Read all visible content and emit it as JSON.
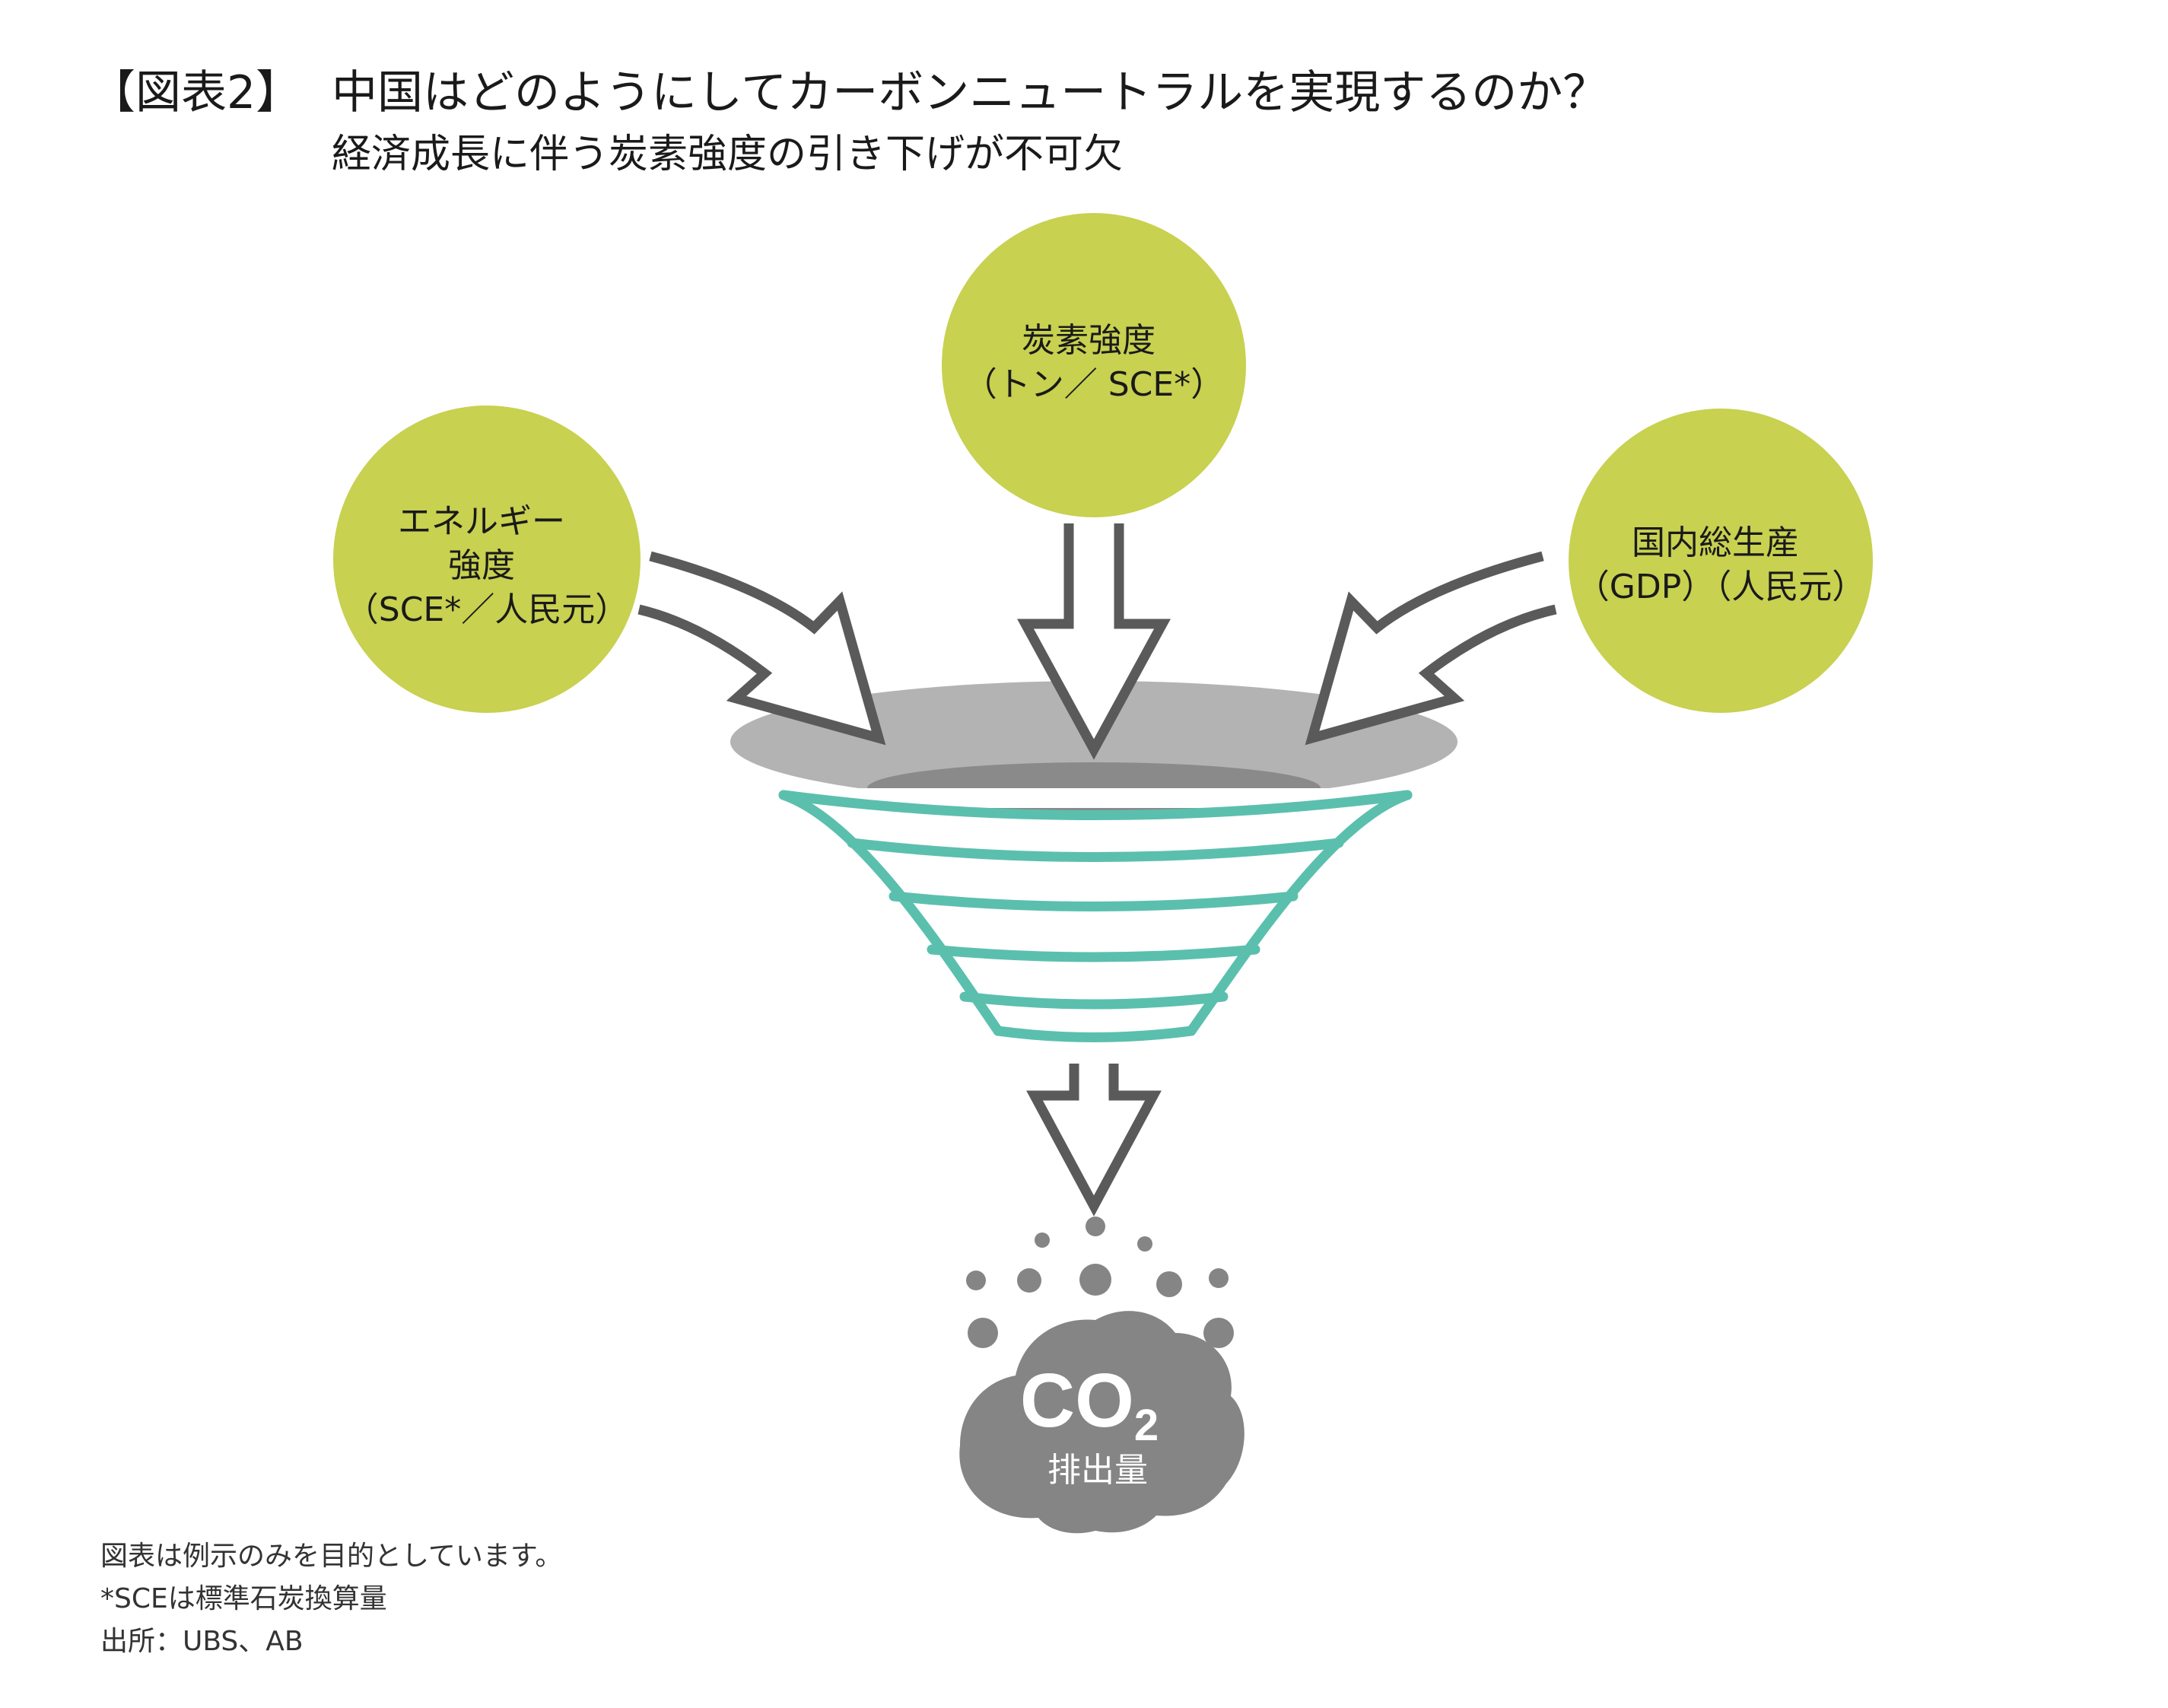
{
  "title": {
    "tag": "【図表2】",
    "main": "中国はどのようにしてカーボンニュートラルを実現するのか？",
    "subtitle": "経済成長に伴う炭素強度の引き下げが不可欠"
  },
  "inputs": [
    {
      "lines": [
        "エネルギー",
        "強度",
        "（SCE*／人民元）"
      ]
    },
    {
      "lines": [
        "炭素強度",
        "（トン／ SCE*）"
      ]
    },
    {
      "lines": [
        "国内総生産",
        "（GDP）（人民元）"
      ]
    }
  ],
  "output": {
    "symbol": "CO",
    "subscript": "2",
    "label": "排出量"
  },
  "footnotes": [
    "図表は例示のみを目的としています。",
    "*SCEは標準石炭換算量",
    "出所：UBS、AB"
  ],
  "colors": {
    "circle": "#c8d150",
    "arrow_stroke": "#5a5a5a",
    "funnel_rim_outer": "#b3b3b3",
    "funnel_rim_inner": "#8a8a8a",
    "funnel_lines": "#5bbfae",
    "cloud": "#858585"
  }
}
